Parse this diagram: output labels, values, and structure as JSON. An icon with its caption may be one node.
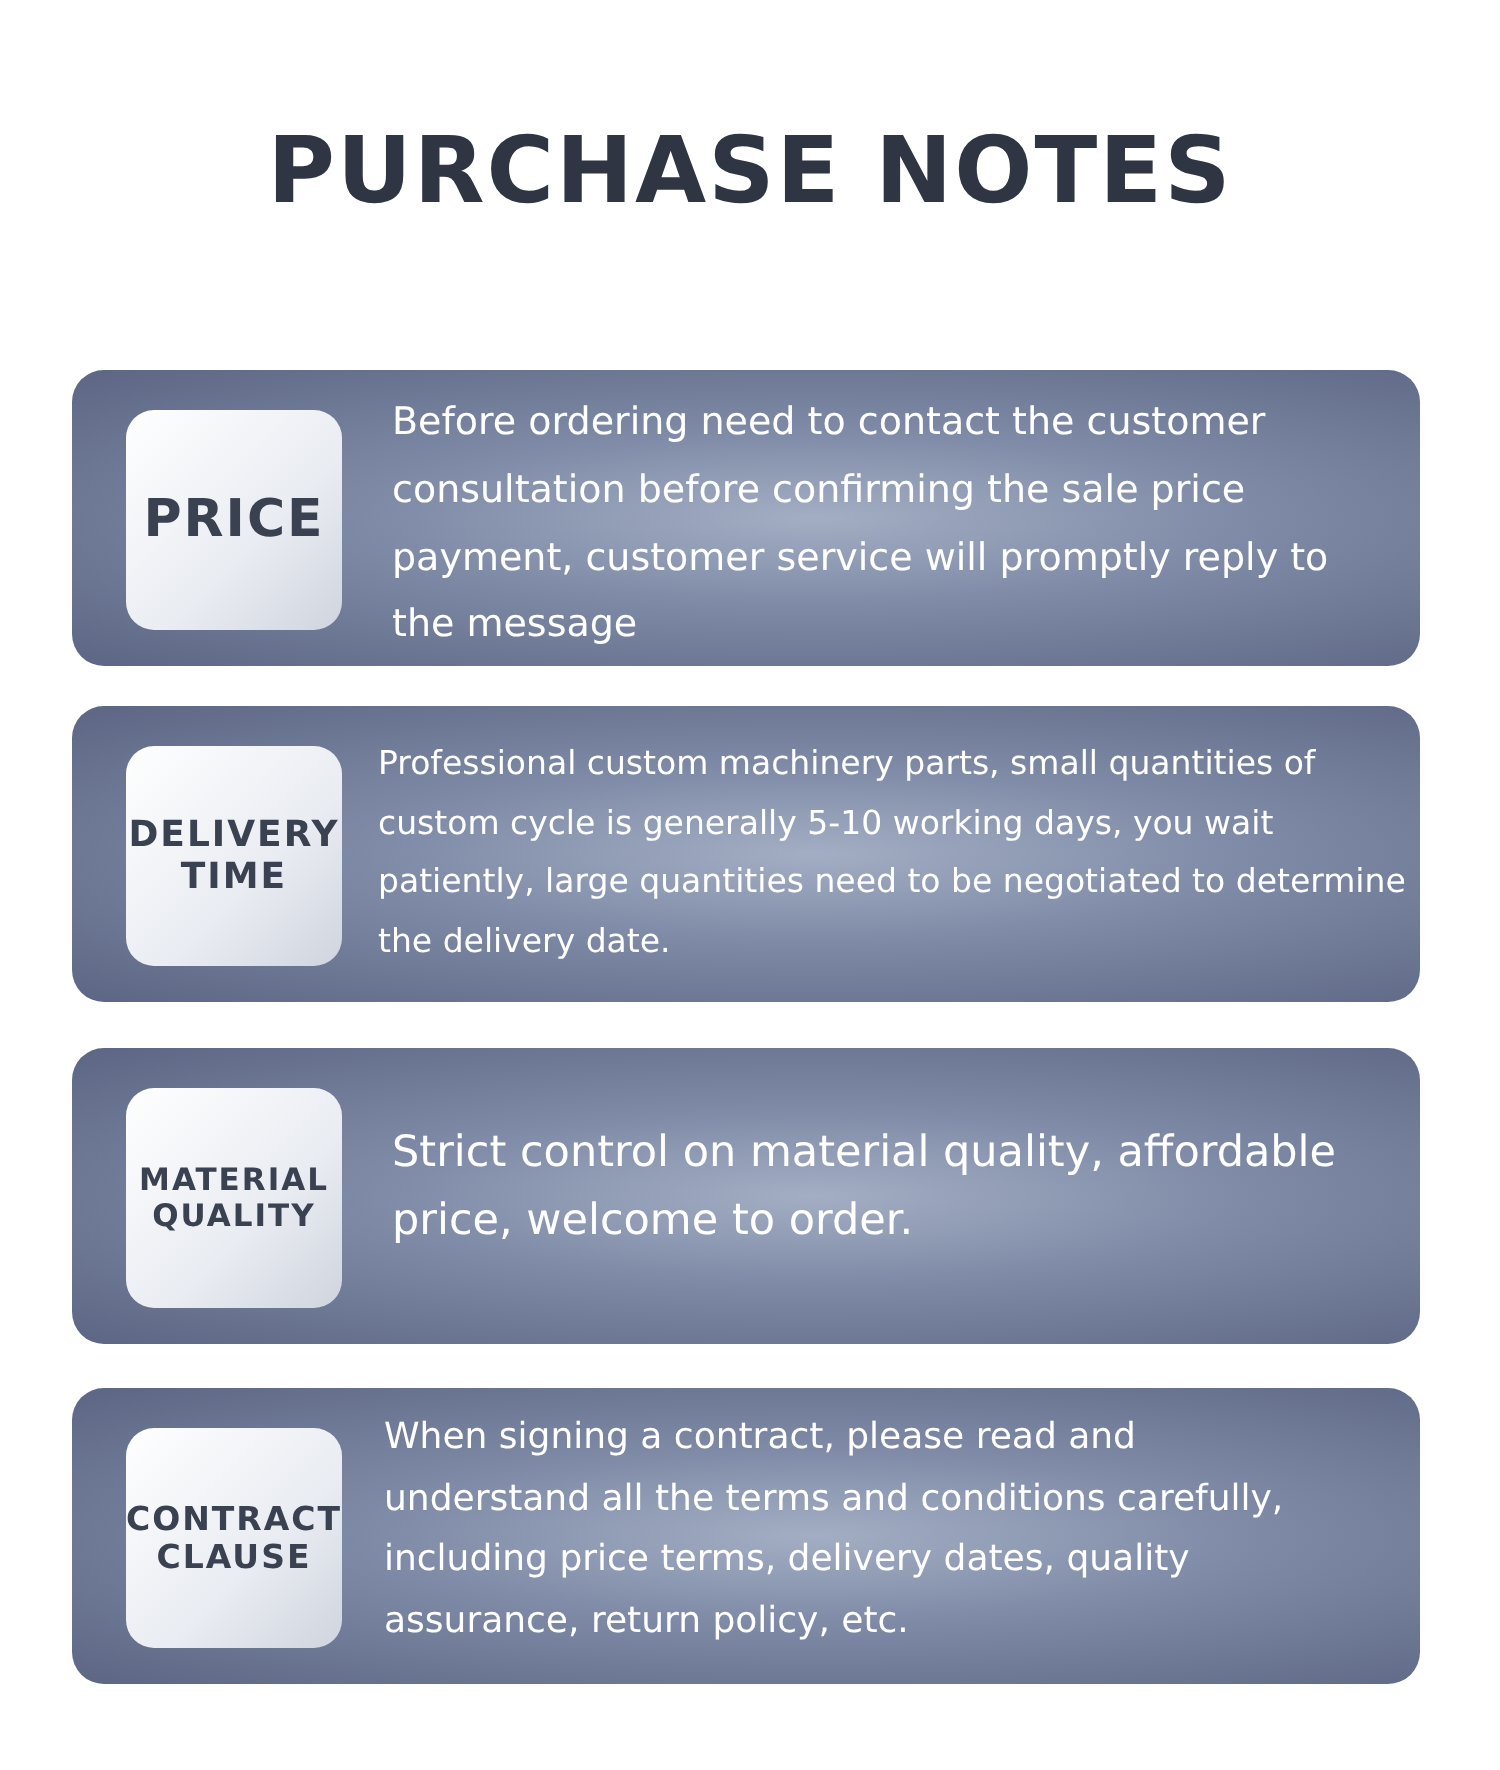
{
  "diagram": {
    "title": "PURCHASE NOTES",
    "nodes": [
      {
        "text": [
          "Before ordering need to contact the customer consultation before confirming the sale price payment, customer service will promptly reply to the message"
        ]
      },
      {
        "text": [
          "PRICE"
        ],
        "in": 0
      },
      {
        "text": [
          "Professional custom machinery parts, small quantities of custom cycle is generally 5-10 working days, you wait patiently, large quantities need to be negotiated to determine the delivery date."
        ]
      },
      {
        "text": [
          "DELIVERY TIME"
        ],
        "in": 2
      },
      {
        "text": [
          "Strict control on material quality, affordable price, welcome to order."
        ]
      },
      {
        "text": [
          "MATERIAL QUALITY"
        ],
        "in": 4
      },
      {
        "text": [
          "When signing a contract, please read and understand all the terms and conditions carefully, including price terms, delivery dates, quality assurance, return policy, etc."
        ]
      },
      {
        "text": [
          "CONTRACT CLAUSE"
        ],
        "in": 6
      }
    ],
    "edges": []
  }
}
